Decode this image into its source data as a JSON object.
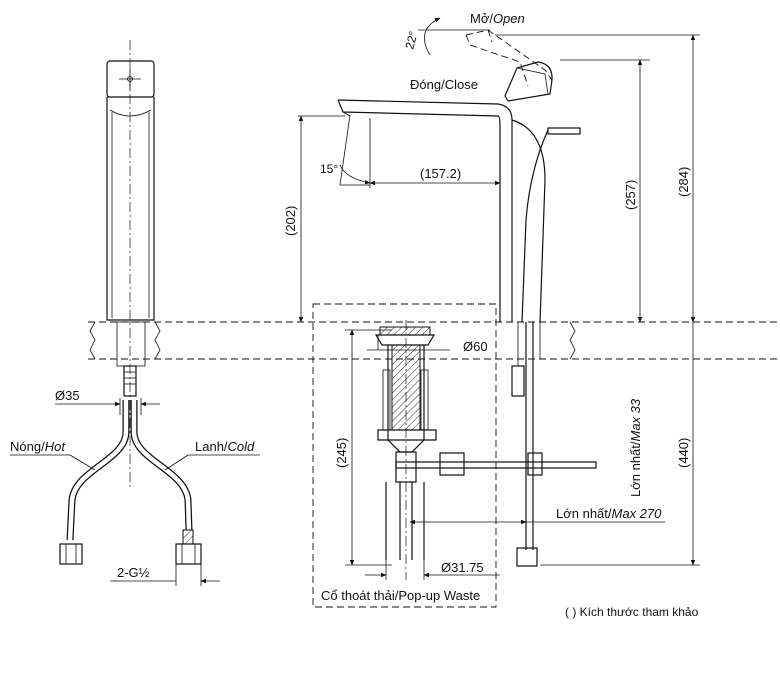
{
  "labels": {
    "open": "Mở/",
    "open_italic": "Open",
    "close": "Đóng/Close",
    "angle_open": "22°",
    "angle_spout": "15°",
    "reach": "(157.2)",
    "height_202": "(202)",
    "height_257": "(257)",
    "height_284": "(284)",
    "height_440": "(440)",
    "height_245": "(245)",
    "dia_60": "Ø60",
    "dia_35": "Ø35",
    "dia_3175": "Ø31.75",
    "hot": "Nóng/",
    "hot_italic": "Hot",
    "cold": "Lanh/",
    "cold_italic": "Cold",
    "thread": "2-G½",
    "max33_a": "Lớn nhất/",
    "max33_b": "Max 33",
    "max270_a": "Lớn nhất/",
    "max270_b": "Max 270",
    "waste": "Cổ thoát thải/Pop-up Waste",
    "note": "( ) Kích thước tham khảo"
  }
}
